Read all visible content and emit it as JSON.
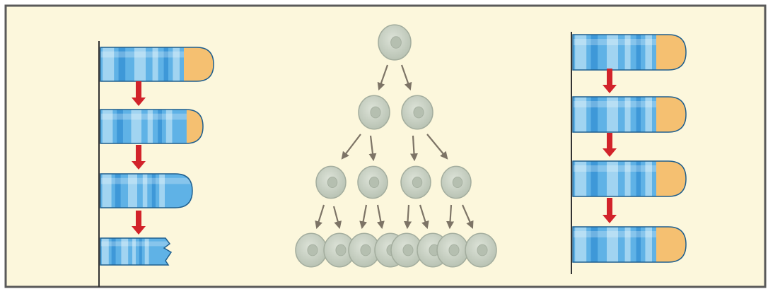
{
  "colors": {
    "background": "#fcf7dc",
    "frame": "#5a5a5a",
    "chromosome_light": "#a9d7f2",
    "chromosome_mid": "#5fb2e6",
    "chromosome_dark": "#3b95d6",
    "chromosome_outline": "#1f5f8e",
    "telomere_cap": "#f5c071",
    "arrow_red": "#d2232a",
    "cell_fill": "#c9d2c5",
    "cell_outline": "#a3ad9e",
    "cell_nucleus": "#b5bfb0",
    "arrow_gray": "#7d7466",
    "baseline": "#333333"
  },
  "left_panel": {
    "description_key": "shortening-chromosomes",
    "chromosome_count": 4,
    "telomere_fraction": [
      1.0,
      0.55,
      0.0,
      0.0
    ],
    "broken_last": true
  },
  "middle_panel": {
    "cell_rows": [
      1,
      2,
      4,
      8
    ]
  },
  "right_panel": {
    "chromosome_count": 4,
    "telomere_fraction": [
      1.0,
      1.0,
      1.0,
      1.0
    ]
  }
}
